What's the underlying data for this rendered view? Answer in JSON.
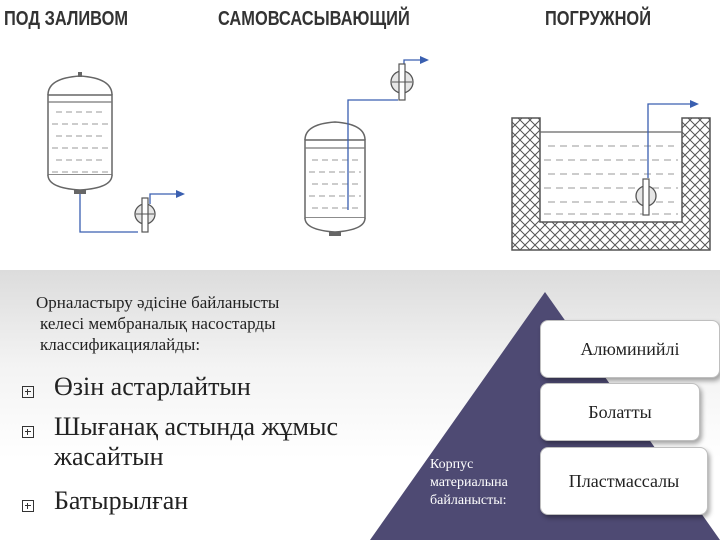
{
  "captions": {
    "flooded": "ПОД ЗАЛИВОМ",
    "self_priming": "САМОВСАСЫВАЮЩИЙ",
    "submersible": "ПОГРУЖНОЙ"
  },
  "intro": {
    "line1": "Орналастыру әдісіне байланысты",
    "line2": "келесі мембраналық насостарды",
    "line3": "классификациялайды:"
  },
  "bullets": [
    "Өзін астарлайтын",
    "Шығанақ астында жұмыс жасайтын",
    "Батырылған"
  ],
  "pyramid": {
    "labels": [
      "Алюминийлі",
      "Болатты",
      "Пластмассалы"
    ],
    "base": {
      "line1": "Корпус",
      "line2": "материалына",
      "line3": "байланысты:"
    }
  },
  "colors": {
    "pyramid": "#4e4a73",
    "pipe": "#3a5fb0",
    "liquid": "#8a8a8a",
    "hatch": "#555555"
  }
}
